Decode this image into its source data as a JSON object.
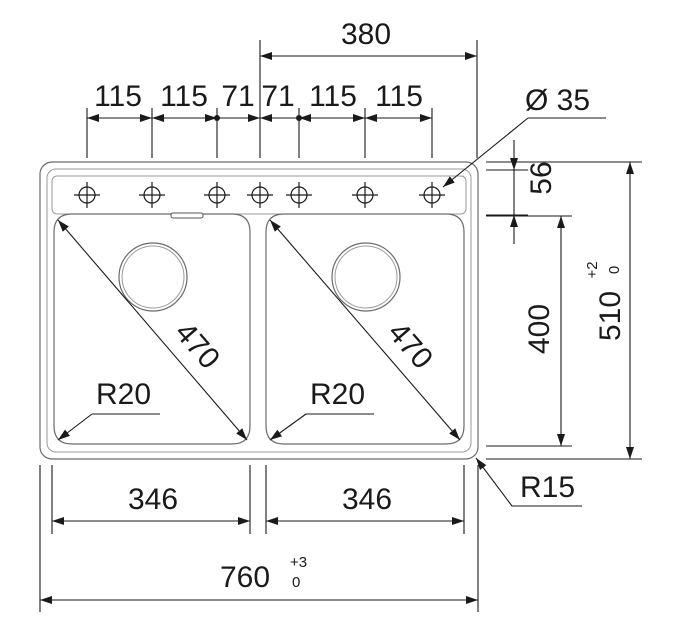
{
  "dims": {
    "top_span": "380",
    "hole_spacing": [
      "115",
      "115",
      "71",
      "71",
      "115",
      "115"
    ],
    "hole_diameter": "Ø 35",
    "edge_offset": "56",
    "bowl_depth": "400",
    "overall_depth": "510",
    "overall_depth_tol_upper": "+2",
    "overall_depth_tol_lower": "0",
    "left_diag": "470",
    "right_diag": "470",
    "left_radius": "R20",
    "right_radius": "R20",
    "corner_radius": "R15",
    "left_bowl_width": "346",
    "right_bowl_width": "346",
    "overall_width": "760",
    "overall_width_tol_upper": "+3",
    "overall_width_tol_lower": "0"
  },
  "icons": {
    "tap_hole": "tap-hole-icon",
    "drain": "drain-icon",
    "arrow": "arrowhead-icon"
  }
}
